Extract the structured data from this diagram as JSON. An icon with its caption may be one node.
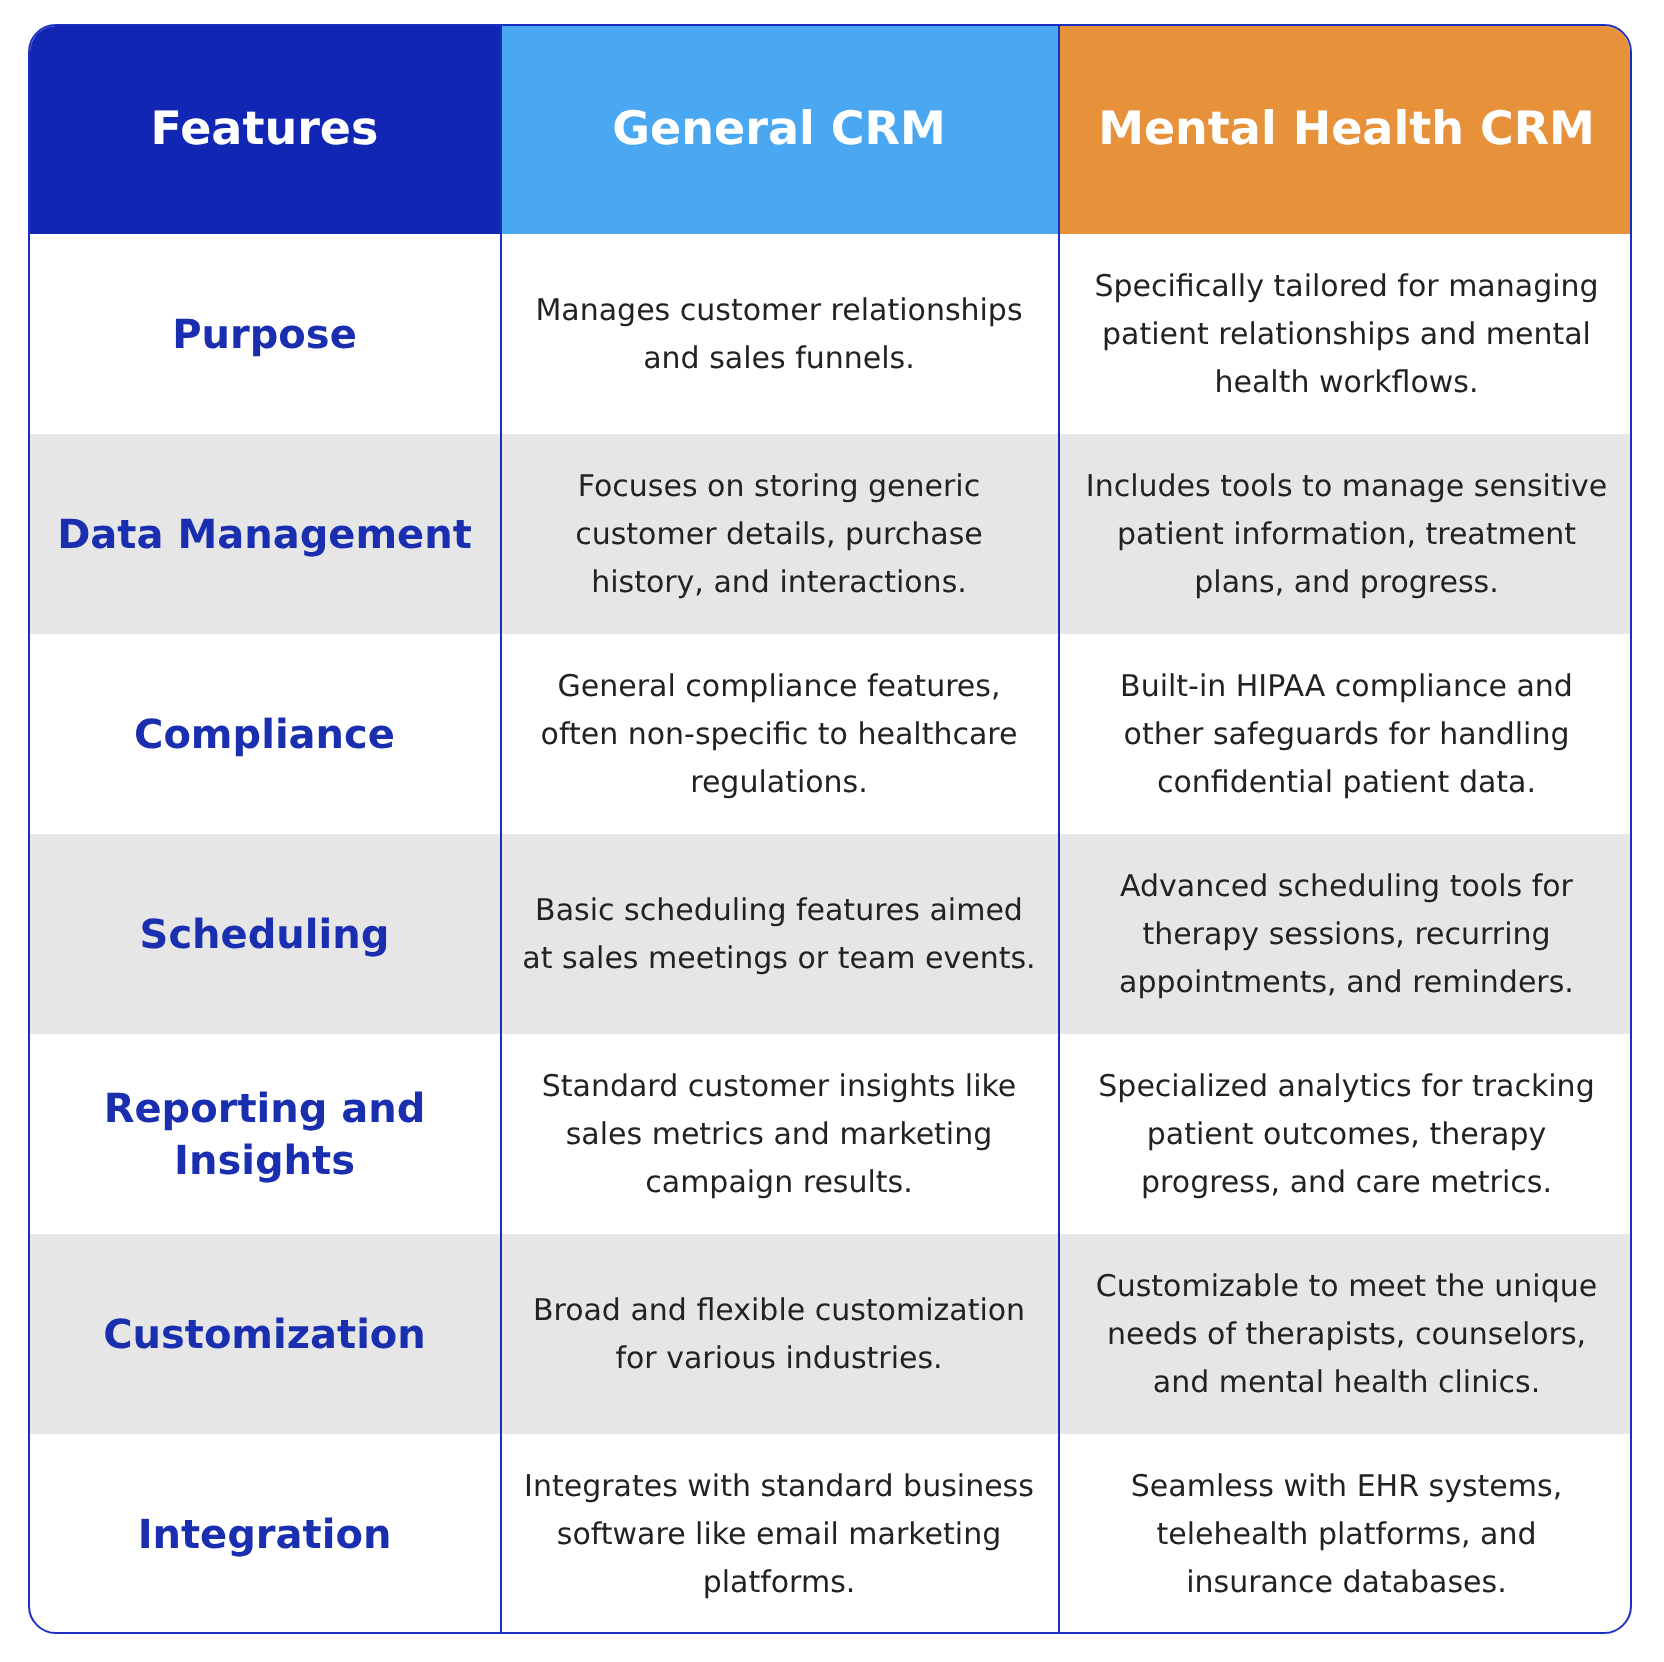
{
  "diagram": {
    "labels": [
      "Features",
      "General CRM",
      "Mental Health CRM",
      "Purpose",
      "Manages customer relationships and sales funnels.",
      "Specifically tailored for managing patient relationships and mental health workflows.",
      "Data Management",
      "Focuses on storing generic customer details, purchase history, and interactions.",
      "Includes tools to manage sensitive patient information, treatment plans, and progress.",
      "Compliance",
      "General compliance features, often non-specific to healthcare regulations.",
      "Built-in HIPAA compliance and other safeguards for handling confidential patient data.",
      "Scheduling",
      "Basic scheduling features aimed at sales meetings or team events.",
      "Advanced scheduling tools for therapy sessions, recurring appointments, and reminders.",
      "Reporting and Insights",
      "Standard customer insights like sales metrics and marketing campaign results.",
      "Specialized analytics for tracking patient outcomes, therapy progress, and care metrics.",
      "Customization",
      "Broad and flexible customization for various industries.",
      "Customizable to meet the unique needs of therapists, counselors, and mental health clinics.",
      "Integration",
      "Integrates with standard business software like email marketing platforms.",
      "Seamless with EHR systems, telehealth platforms, and insurance databases."
    ]
  }
}
